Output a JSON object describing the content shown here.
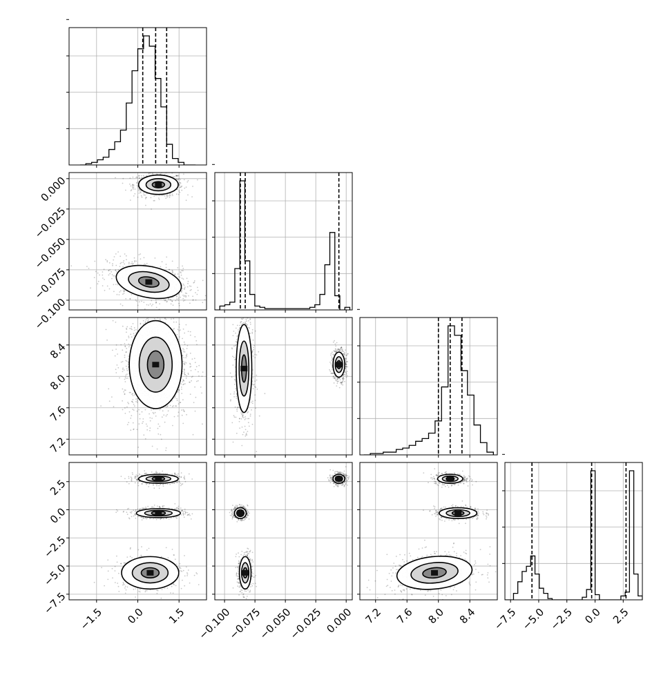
{
  "chart_data": {
    "type": "corner",
    "parameters": [
      {
        "id": "p0",
        "range": [
          -2.5,
          2.5
        ],
        "ticks": [
          "-1.5",
          "0.0",
          "1.5"
        ]
      },
      {
        "id": "p1",
        "range": [
          -0.108,
          0.005
        ],
        "ticks": [
          "0.000",
          "-0.025",
          "-0.050",
          "-0.075",
          "-0.100"
        ],
        "tick_values": [
          0.0,
          -0.025,
          -0.05,
          -0.075,
          -0.1
        ],
        "x_ticks": [
          "-0.100",
          "-0.075",
          "-0.050",
          "-0.025",
          "0.000"
        ]
      },
      {
        "id": "p2",
        "range": [
          7.0,
          8.75
        ],
        "ticks": [
          "8.4",
          "8.0",
          "7.6",
          "7.2"
        ],
        "tick_values": [
          8.4,
          8.0,
          7.6,
          7.2
        ],
        "x_ticks": [
          "7.2",
          "7.6",
          "8.0",
          "8.4"
        ]
      },
      {
        "id": "p3",
        "range": [
          -8.0,
          4.2
        ],
        "ticks": [
          "2.5",
          "0.0",
          "-2.5",
          "-5.0",
          "-7.5"
        ],
        "tick_values": [
          2.5,
          0.0,
          -2.5,
          -5.0,
          -7.5
        ],
        "x_ticks": [
          "-7.5",
          "-5.0",
          "-2.5",
          "0.0",
          "2.5"
        ]
      }
    ],
    "x_tick_values": [
      [
        -1.5,
        0.0,
        1.5
      ],
      [
        -0.1,
        -0.075,
        -0.05,
        -0.025,
        0.0
      ],
      [
        7.2,
        7.6,
        8.0,
        8.4
      ],
      [
        -7.5,
        -5.0,
        -2.5,
        0.0,
        2.5
      ]
    ],
    "histograms": [
      {
        "param": "p0",
        "bin_edges_range": [
          -2.1,
          2.1
        ],
        "counts": [
          0,
          1,
          2,
          4,
          6,
          12,
          18,
          27,
          48,
          73,
          90,
          100,
          92,
          67,
          45,
          16,
          5,
          2,
          0,
          0
        ],
        "quantiles": [
          0.18,
          0.65,
          1.05
        ]
      },
      {
        "param": "p1",
        "bin_edges_range": [
          -0.108,
          0.003
        ],
        "counts": [
          0,
          3,
          4,
          6,
          32,
          100,
          38,
          12,
          3,
          2,
          1,
          1,
          1,
          1,
          1,
          1,
          1,
          1,
          1,
          2,
          4,
          12,
          35,
          60,
          11,
          0,
          2
        ],
        "quantiles": [
          -0.087,
          -0.083,
          -0.006
        ]
      },
      {
        "param": "p2",
        "bin_edges_range": [
          7.05,
          8.7
        ],
        "counts": [
          0,
          1,
          1,
          2,
          2,
          4,
          5,
          7,
          10,
          12,
          16,
          25,
          50,
          95,
          88,
          62,
          44,
          22,
          9,
          2
        ],
        "quantiles": [
          8.0,
          8.15,
          8.3
        ]
      },
      {
        "param": "p3",
        "bin_edges_range": [
          -8.0,
          4.2
        ],
        "counts": [
          0,
          0,
          5,
          14,
          22,
          26,
          34,
          20,
          9,
          5,
          1,
          0,
          0,
          0,
          0,
          0,
          0,
          0,
          2,
          8,
          100,
          4,
          0,
          0,
          0,
          0,
          0,
          3,
          6,
          100,
          20,
          3
        ],
        "quantiles": [
          -5.6,
          -0.3,
          2.75
        ]
      }
    ],
    "clusters_2d": [
      {
        "x": "p0",
        "y": "p1",
        "blobs": [
          {
            "cx": 0.75,
            "cy": -0.005,
            "sx": 0.45,
            "sy": 0.005,
            "w": 0.45
          },
          {
            "cx": 0.4,
            "cy": -0.085,
            "sx": 0.75,
            "sy": 0.008,
            "w": 0.55,
            "tilt": -0.4
          }
        ]
      },
      {
        "x": "p0",
        "y": "p2",
        "blobs": [
          {
            "cx": 0.65,
            "cy": 8.15,
            "sx": 0.6,
            "sy": 0.35,
            "w": 1.0
          }
        ]
      },
      {
        "x": "p1",
        "y": "p2",
        "blobs": [
          {
            "cx": -0.084,
            "cy": 8.1,
            "sx": 0.004,
            "sy": 0.35,
            "w": 0.55
          },
          {
            "cx": -0.006,
            "cy": 8.15,
            "sx": 0.003,
            "sy": 0.1,
            "w": 0.45
          }
        ]
      },
      {
        "x": "p0",
        "y": "p3",
        "blobs": [
          {
            "cx": 0.75,
            "cy": 2.75,
            "sx": 0.45,
            "sy": 0.25,
            "w": 0.35
          },
          {
            "cx": 0.75,
            "cy": -0.3,
            "sx": 0.5,
            "sy": 0.25,
            "w": 0.35
          },
          {
            "cx": 0.45,
            "cy": -5.6,
            "sx": 0.65,
            "sy": 0.9,
            "w": 0.3
          }
        ]
      },
      {
        "x": "p1",
        "y": "p3",
        "blobs": [
          {
            "cx": -0.006,
            "cy": 2.75,
            "sx": 0.003,
            "sy": 0.25,
            "w": 0.35
          },
          {
            "cx": -0.087,
            "cy": -0.3,
            "sx": 0.003,
            "sy": 0.3,
            "w": 0.3
          },
          {
            "cx": -0.083,
            "cy": -5.6,
            "sx": 0.003,
            "sy": 0.9,
            "w": 0.35
          }
        ]
      },
      {
        "x": "p2",
        "y": "p3",
        "blobs": [
          {
            "cx": 8.15,
            "cy": 2.75,
            "sx": 0.1,
            "sy": 0.25,
            "w": 0.35
          },
          {
            "cx": 8.25,
            "cy": -0.3,
            "sx": 0.15,
            "sy": 0.3,
            "w": 0.3
          },
          {
            "cx": 7.95,
            "cy": -5.6,
            "sx": 0.3,
            "sy": 0.9,
            "w": 0.35,
            "tilt": 0.2
          }
        ]
      }
    ],
    "grid": true,
    "title": "",
    "xlabel": "",
    "ylabel": ""
  },
  "colors": {
    "line": "#000000",
    "grid": "#b0b0b0",
    "points": "#000000",
    "background": "#ffffff"
  }
}
